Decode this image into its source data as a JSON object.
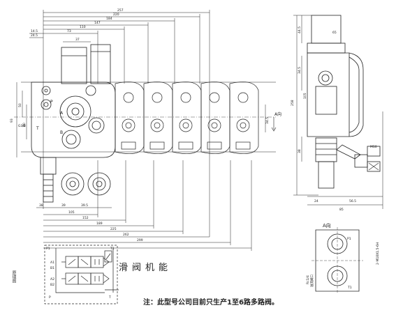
{
  "front_view": {
    "overall_dims": [
      "257",
      "220",
      "184",
      "147",
      "110",
      "73",
      "37"
    ],
    "left_dims": [
      "14.5",
      "24.5"
    ],
    "bottom_dims": [
      "38",
      "39",
      "39.5",
      "105",
      "152",
      "189",
      "225",
      "262",
      "299"
    ],
    "height_dims": [
      "93",
      "50",
      "60",
      "34.5"
    ],
    "port_labels": [
      "P",
      "A",
      "B",
      "T"
    ],
    "thread_note": "G3/8",
    "direction_label": "A向",
    "sections": [
      {
        "id": 1
      },
      {
        "id": 2
      },
      {
        "id": 3
      },
      {
        "id": 4
      },
      {
        "id": 5
      }
    ]
  },
  "side_view": {
    "dims": [
      "44.5",
      "65",
      "34.5",
      "105",
      "258",
      "38",
      "M10",
      "24",
      "56.5",
      "85"
    ]
  },
  "a_view": {
    "title": "A向",
    "labels": [
      "P1",
      "T1",
      "2-M18X1.5-6H",
      "Rc1/4",
      "溢流阀口"
    ]
  },
  "schematic": {
    "port_labels": [
      "P1",
      "T1",
      "P",
      "T",
      "A1",
      "B1",
      "A2",
      "B2"
    ],
    "side_label": "原理图"
  },
  "caption": "滑阀机能",
  "note": "注：此型号公司目前只生产1至6路多路阀。"
}
